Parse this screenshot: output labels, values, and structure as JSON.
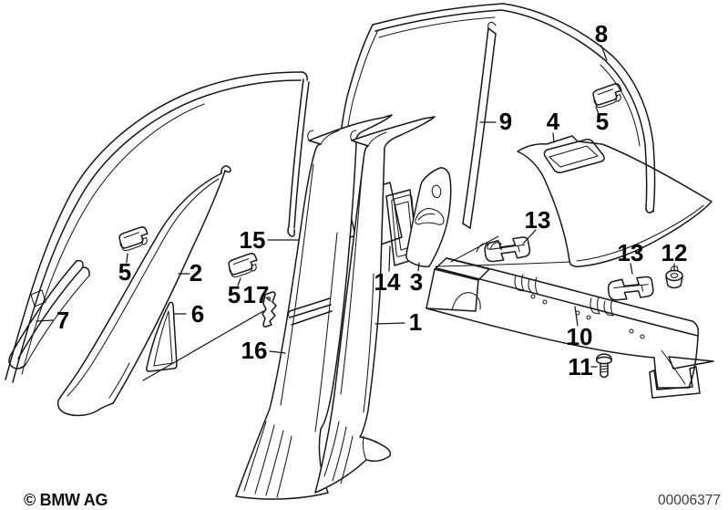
{
  "diagram": {
    "copyright": "© BMW AG",
    "document_number": "00006377",
    "colors": {
      "line": "#181818",
      "background": "#ffffff",
      "label": "#000000"
    },
    "callouts": {
      "n1": "1",
      "n2": "2",
      "n3": "3",
      "n4": "4",
      "n5a": "5",
      "n5b": "5",
      "n5c": "5",
      "n6": "6",
      "n7": "7",
      "n8": "8",
      "n9": "9",
      "n10": "10",
      "n11": "11",
      "n12": "12",
      "n13a": "13",
      "n13b": "13",
      "n14": "14",
      "n15": "15",
      "n16": "16",
      "n17": "17"
    }
  }
}
